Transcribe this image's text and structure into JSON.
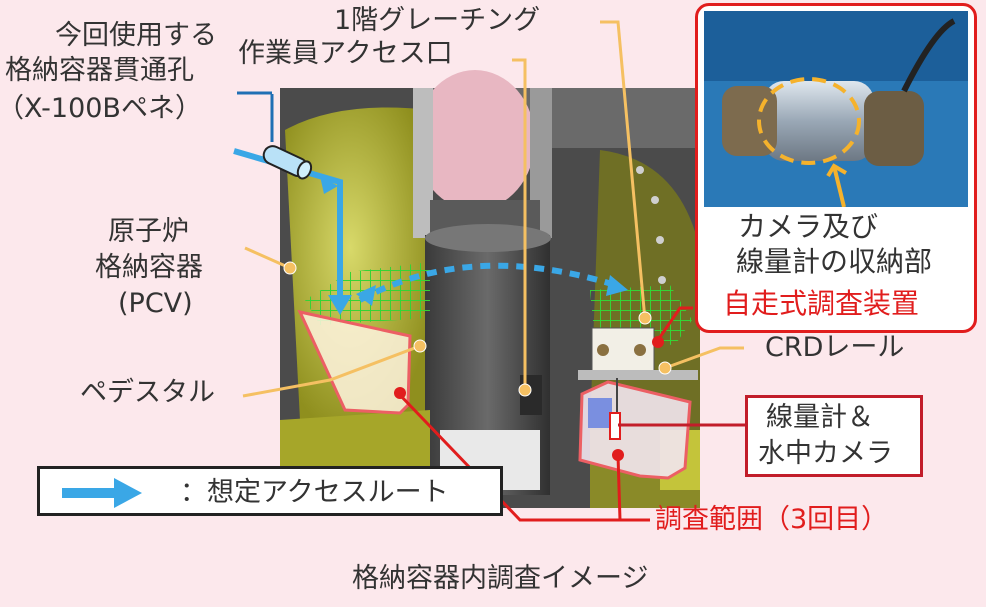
{
  "labels": {
    "penetration": [
      "今回使用する",
      "格納容器貫通孔",
      "（X-100Bペネ）"
    ],
    "worker_access": "作業員アクセス口",
    "grating": "1階グレーチング",
    "pcv": [
      "原子炉",
      "格納容器",
      "(PCV)"
    ],
    "pedestal": "ペデスタル",
    "crd_rail": "CRDレール",
    "camera_storage": [
      "カメラ及び",
      "線量計の収納部"
    ],
    "robot": "自走式調査装置",
    "dosimeter_camera": [
      "線量計＆",
      "水中カメラ"
    ],
    "survey_range": "調査範囲（3回目）",
    "legend_text": "：想定アクセスルート",
    "caption": "格納容器内調査イメージ"
  },
  "colors": {
    "route_arrow": "#3aa7e6",
    "leader_line": "#f5c062",
    "highlight_red": "#e11d1d",
    "grating_green": "#35d335"
  },
  "icons": {
    "legend_arrow": "arrow-right-icon"
  }
}
